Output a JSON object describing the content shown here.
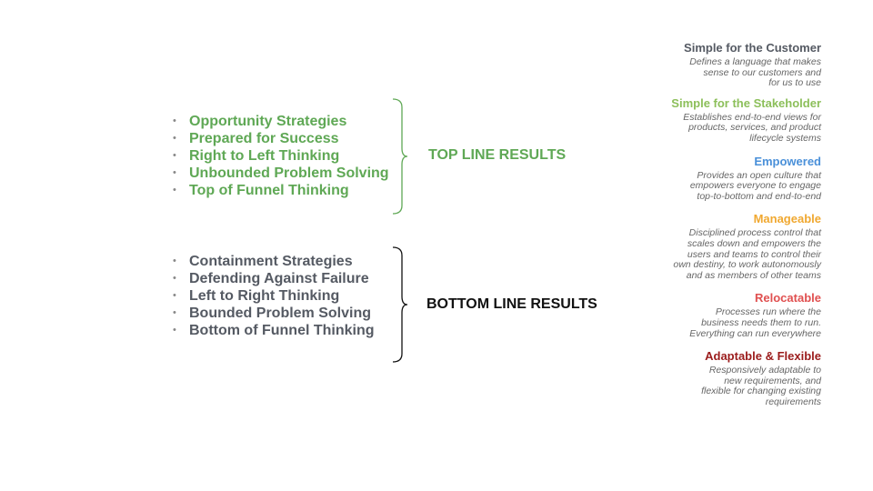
{
  "top_list": {
    "items": [
      "Opportunity Strategies",
      "Prepared for Success",
      "Right to Left Thinking",
      "Unbounded Problem Solving",
      "Top of Funnel Thinking"
    ],
    "result_label": "TOP LINE RESULTS",
    "color": "#5fa855"
  },
  "bottom_list": {
    "items": [
      "Containment Strategies",
      "Defending Against Failure",
      "Left to Right Thinking",
      "Bounded Problem Solving",
      "Bottom of Funnel Thinking"
    ],
    "result_label": "BOTTOM LINE RESULTS",
    "color": "#555a63"
  },
  "bullet_glyph": "•",
  "attributes": [
    {
      "title": "Simple for the Customer",
      "color": "#555a63",
      "desc": "Defines a language that makes\nsense to our customers and\nfor us to use"
    },
    {
      "title": "Simple for the Stakeholder",
      "color": "#8cbf5a",
      "desc": "Establishes end-to-end views for\nproducts, services, and product\nlifecycle  systems"
    },
    {
      "title": "Empowered",
      "color": "#4a90d9",
      "desc": "Provides an open culture that\nempowers everyone to engage\ntop-to-bottom and end-to-end"
    },
    {
      "title": "Manageable",
      "color": "#f0a830",
      "desc": "Disciplined process control that\nscales down and empowers the\nusers and teams to control their\nown destiny, to work autonomously\nand as members of other teams"
    },
    {
      "title": "Relocatable",
      "color": "#e05050",
      "desc": "Processes run where the\nbusiness needs them to run.\nEverything can run everywhere"
    },
    {
      "title": "Adaptable & Flexible",
      "color": "#9b1c1c",
      "desc": "Responsively adaptable to\nnew requirements, and\nflexible for changing  existing\nrequirements"
    }
  ]
}
